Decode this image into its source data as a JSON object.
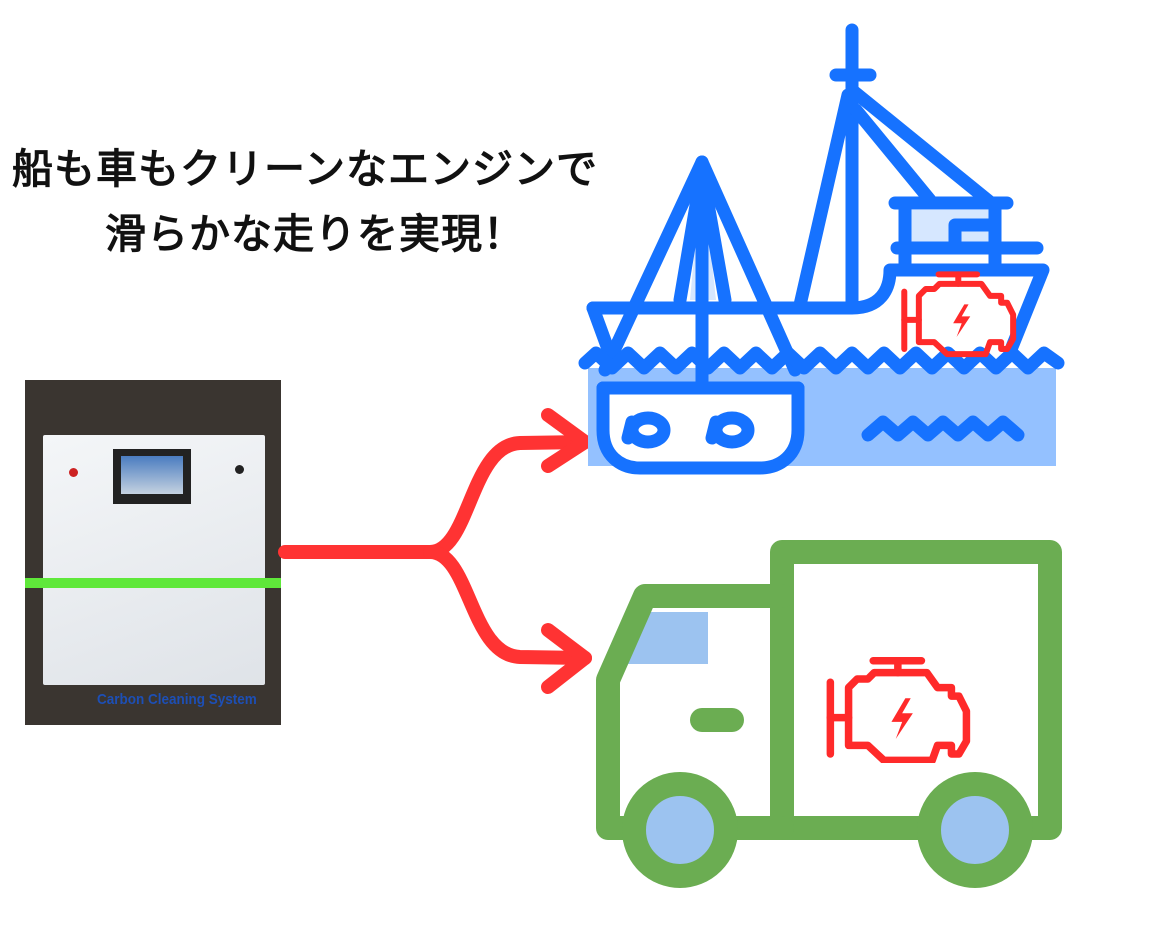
{
  "headline": {
    "line1": "船も車もクリーンなエンジンで",
    "line2": "滑らかな走りを実現！"
  },
  "photo": {
    "label": "Carbon Cleaning System"
  },
  "colors": {
    "boat": "#1672FF",
    "water": "#94C1FF",
    "truck": "#6BAD52",
    "engine": "#FF2A2A",
    "arrow": "#FF3333"
  },
  "icons": [
    "fishing-boat-icon",
    "truck-icon",
    "engine-icon",
    "branch-arrow-icon"
  ]
}
